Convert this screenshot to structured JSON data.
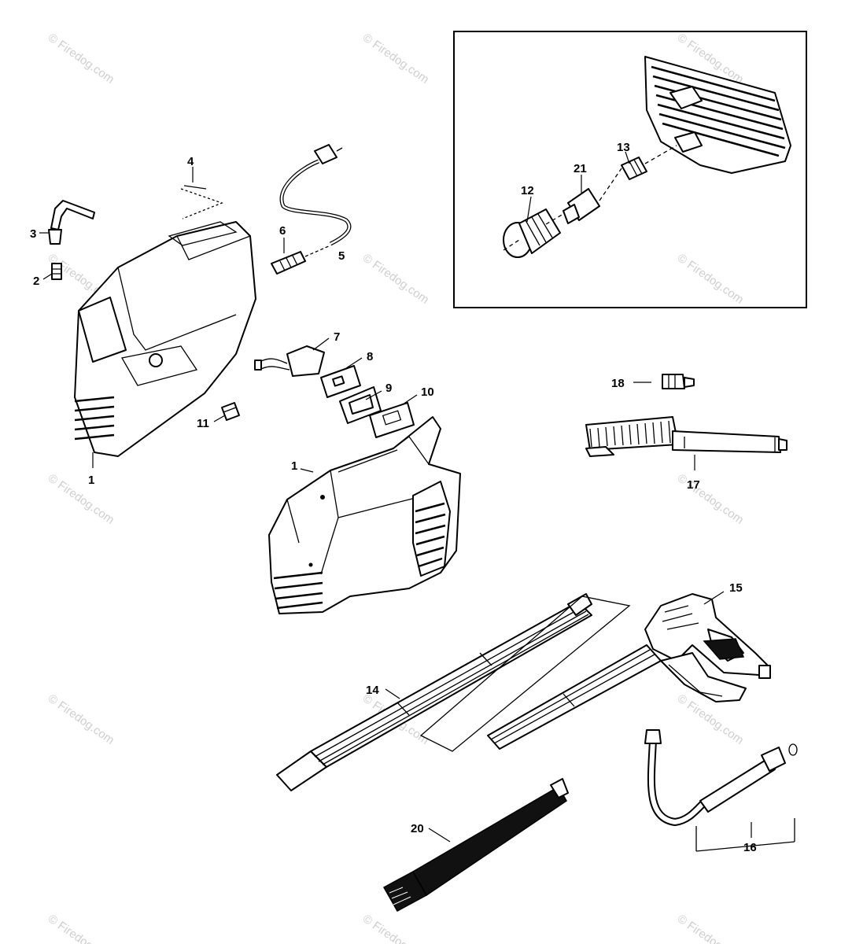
{
  "diagram": {
    "watermark_text": "Firedog.com",
    "part_labels": {
      "p1a": "1",
      "p1b": "1",
      "p2": "2",
      "p3": "3",
      "p4": "4",
      "p5": "5",
      "p6": "6",
      "p7": "7",
      "p8": "8",
      "p9": "9",
      "p10": "10",
      "p11": "11",
      "p12": "12",
      "p13": "13",
      "p14": "14",
      "p15": "15",
      "p16": "16",
      "p17": "17",
      "p18": "18",
      "p20": "20",
      "p21": "21"
    }
  }
}
